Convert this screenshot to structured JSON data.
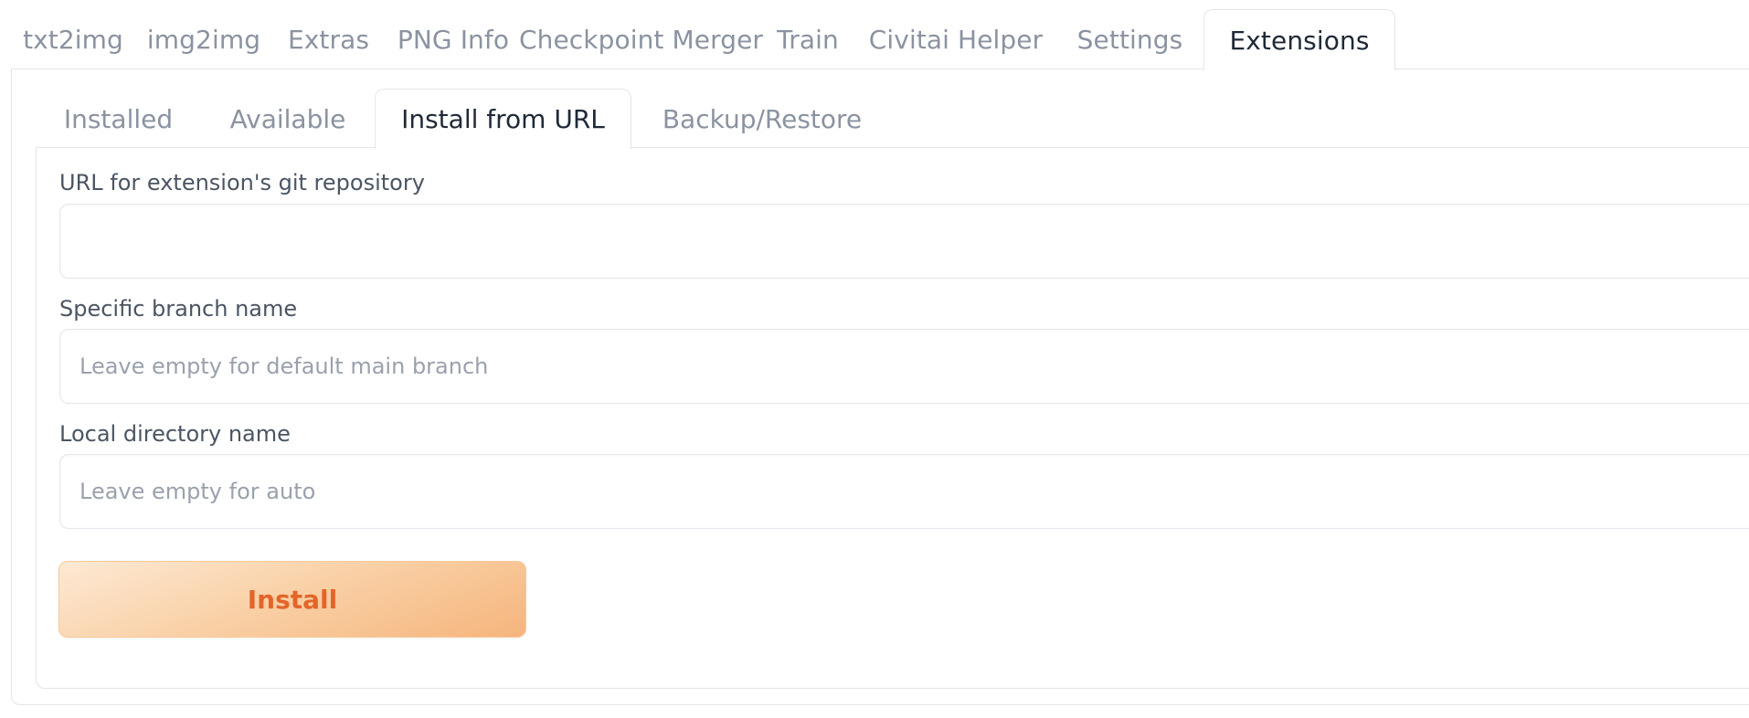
{
  "top_tabs": [
    {
      "label": "txt2img",
      "active": false
    },
    {
      "label": "img2img",
      "active": false
    },
    {
      "label": "Extras",
      "active": false
    },
    {
      "label": "PNG Info",
      "active": false
    },
    {
      "label": "Checkpoint Merger",
      "active": false
    },
    {
      "label": "Train",
      "active": false
    },
    {
      "label": "Civitai Helper",
      "active": false
    },
    {
      "label": "Settings",
      "active": false
    },
    {
      "label": "Extensions",
      "active": true
    }
  ],
  "sub_tabs": [
    {
      "label": "Installed",
      "active": false
    },
    {
      "label": "Available",
      "active": false
    },
    {
      "label": "Install from URL",
      "active": true
    },
    {
      "label": "Backup/Restore",
      "active": false
    }
  ],
  "form": {
    "url_label": "URL for extension's git repository",
    "url_value": "",
    "url_placeholder": "",
    "branch_label": "Specific branch name",
    "branch_value": "",
    "branch_placeholder": "Leave empty for default main branch",
    "dir_label": "Local directory name",
    "dir_value": "",
    "dir_placeholder": "Leave empty for auto",
    "install_label": "Install"
  },
  "colors": {
    "accent_text": "#e3652a",
    "button_gradient_start": "#fde9d4",
    "button_gradient_end": "#f5b57d",
    "active_tab_text": "#1f2937",
    "inactive_tab_text": "#8b93a1",
    "border": "#e3e6ea"
  }
}
